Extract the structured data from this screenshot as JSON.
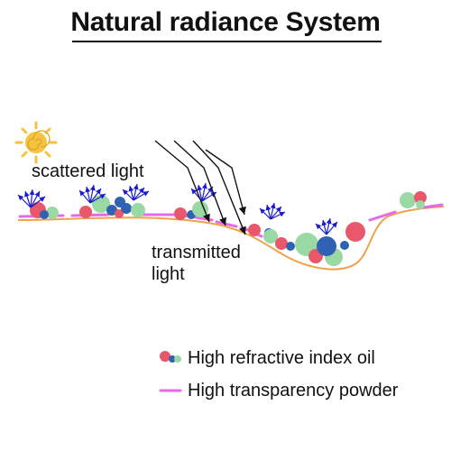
{
  "title": "Natural radiance System",
  "labels": {
    "scattered": "scattered light",
    "transmitted_line1": "transmitted",
    "transmitted_line2": "light"
  },
  "legend": {
    "oil": "High refractive index oil",
    "powder": "High transparency powder"
  },
  "icons": {
    "sun": "sun-icon",
    "oil_particles": "oil-particles-icon",
    "powder_line": "powder-line-icon"
  },
  "colors": {
    "sun": "#f5c242",
    "skin_line": "#f0a24a",
    "powder": "#e66ae8",
    "oil_red": "#e8586a",
    "oil_blue": "#2f62b3",
    "oil_green": "#9ad8a4",
    "scatter_arrows": "#1a1ad0",
    "light_arrows": "#111111"
  }
}
